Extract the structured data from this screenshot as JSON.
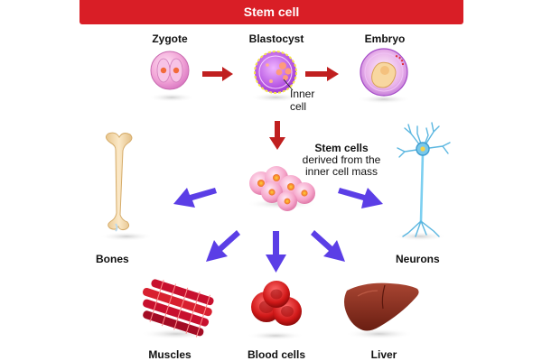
{
  "title": "Stem cell",
  "early_stages": {
    "zygote": "Zygote",
    "blastocyst": "Blastocyst",
    "embryo": "Embryo",
    "inner_cell_line1": "Inner",
    "inner_cell_line2": "cell"
  },
  "stem_cells": {
    "heading": "Stem cells",
    "line2": "derived from the",
    "line3": "inner cell mass"
  },
  "cell_types": {
    "bones": "Bones",
    "neurons": "Neurons",
    "muscles": "Muscles",
    "blood_cells": "Blood cells",
    "liver": "Liver"
  },
  "colors": {
    "banner": "#d91e26",
    "forward_arrow": "#c01f1f",
    "differentiation_arrow": "#5b3ee6",
    "cell_pink": "#f2a7d8",
    "cell_nucleus": "#f07a3c",
    "muscle": "#c8102e",
    "blood": "#d01818",
    "liver": "#8b2a1c",
    "neuron": "#5ab6e0",
    "bone": "#f2d7a6"
  },
  "icons": [
    "zygote-icon",
    "blastocyst-icon",
    "embryo-icon",
    "stem-cells-icon",
    "bone-icon",
    "neuron-icon",
    "muscle-icon",
    "blood-cells-icon",
    "liver-icon",
    "arrow-right-icon",
    "arrow-down-icon",
    "arrow-diagonal-icon"
  ]
}
